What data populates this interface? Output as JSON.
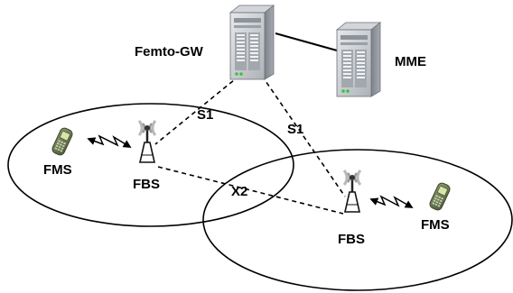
{
  "labels": {
    "femto_gw": "Femto-GW",
    "mme": "MME",
    "s1_left": "S1",
    "s1_right": "S1",
    "x2": "X2",
    "fbs_left": "FBS",
    "fbs_right": "FBS",
    "fms_left": "FMS",
    "fms_right": "FMS"
  },
  "icons": {
    "server": "server-icon",
    "antenna": "antenna-icon",
    "phone": "mobile-phone-icon",
    "wireless_link": "wireless-link-icon"
  },
  "colors": {
    "server_body": "#9ea3aa",
    "server_front": "#c4c8cd",
    "server_light": "#3cc23c",
    "phone_body": "#6f7f57",
    "phone_screen": "#d7e6a8",
    "antenna_waves": "#b9b9b9",
    "line": "#000000"
  }
}
